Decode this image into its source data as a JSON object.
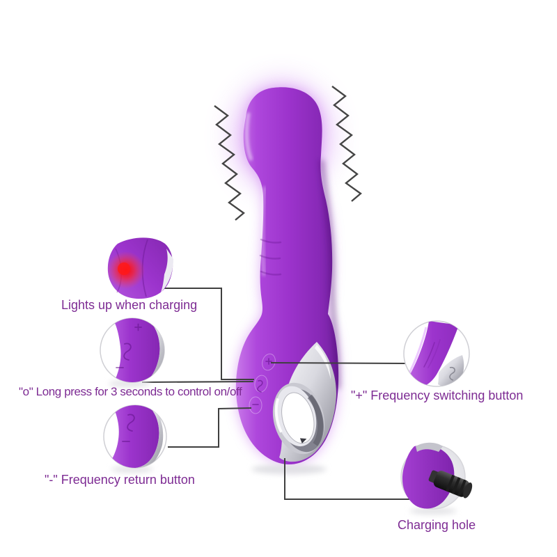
{
  "diagram": {
    "kind": "product-annotation-diagram",
    "labels": {
      "charging_light": "Lights up when charging",
      "power_button": "\"o\" Long press for 3 seconds to control on/off",
      "minus_button": "\"-\" Frequency return button",
      "plus_button": "\"+\" Frequency switching button",
      "charging_hole": "Charging hole"
    },
    "icons": {
      "vibration_left": "zigzag-line",
      "vibration_right": "zigzag-line",
      "charging_light": "red-glow",
      "charging_plug": "black-cable-plug"
    },
    "colors": {
      "body_purple": "#9c34cc",
      "body_highlight": "#c97ae9",
      "body_shadow": "#6f1f9a",
      "label_text": "#7d2b93",
      "leader_line": "#3f3f3f",
      "glow_red": "#ff1c1c",
      "chrome_light": "#fafafc",
      "chrome_dark": "#8b8b95",
      "background": "#ffffff"
    }
  }
}
